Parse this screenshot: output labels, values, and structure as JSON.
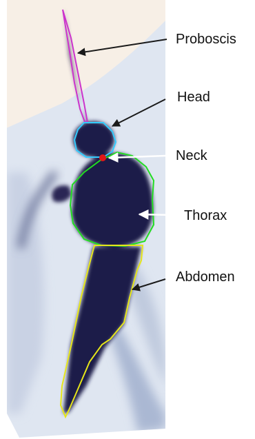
{
  "colors": {
    "proboscis": "#cc33cc",
    "head": "#33ccff",
    "neck": "#e01818",
    "thorax": "#22dd22",
    "abdomen": "#e6e61a",
    "arrow_dark": "#1a1a1a",
    "arrow_light": "#ffffff",
    "insect_body": "#1f1c48"
  },
  "labels": {
    "proboscis": "Proboscis",
    "head": "Head",
    "neck": "Neck",
    "thorax": "Thorax",
    "abdomen": "Abdomen"
  }
}
